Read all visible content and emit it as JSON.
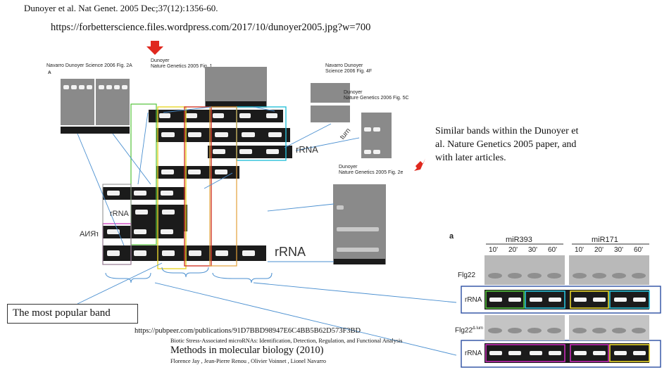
{
  "header": {
    "citation": "Dunoyer et al. Nat Genet. 2005 Dec;37(12):1356-60.",
    "image_url": "https://forbetterscience.files.wordpress.com/2017/10/dunoyer2005.jpg?w=700"
  },
  "labels": {
    "navarro_2006_2a": "Navarro Dunoyer Science 2006 Fig. 2A",
    "dunoyer_2005_fig1_line1": "Dunoyer",
    "dunoyer_2005_fig1_line2": "Nature Genetics 2005 Fig. 1",
    "navarro_2006_4f_line1": "Navarro Dunoyer",
    "navarro_2006_4f_line2": "Science 2006 Fig. 4F",
    "dunoyer_2006_5c_line1": "Dunoyer",
    "dunoyer_2006_5c_line2": "Nature Genetics 2006 Fig. 5C",
    "dunoyer_2005_2e_line1": "Dunoyer",
    "dunoyer_2005_2e_line2": "Nature Genetics 2005 Fig. 2e",
    "turn": "turn",
    "rrna_1": "rRNA",
    "rrna_2": "rRNA",
    "rrna_mirror": "rRNA",
    "rrna_big": "rRNA"
  },
  "annotation": {
    "similar_bands": "Similar bands within the Dunoyer et al. Nature Genetics 2005 paper, and with later articles.",
    "most_popular_band": "The most popular band"
  },
  "reference": {
    "pubpeer_url": "https://pubpeer.com/publications/91D7BBD98947E6C4BB5B62D573F3BD",
    "book_subtitle": "Biotic Stress-Associated microRNAs: Identification, Detection, Regulation, and Functional Analysis",
    "book_title": "Methods in molecular biology (2010)",
    "authors": "Florence Jay , Jean-Pierre Renou , Olivier Voinnet , Lionel Navarro"
  },
  "panel_a": {
    "letter": "a",
    "groups": [
      "miR393",
      "miR171"
    ],
    "timepoints": [
      "10'",
      "20'",
      "30'",
      "60'",
      "10'",
      "20'",
      "30'",
      "60'"
    ],
    "row_labels": [
      "Flg22",
      "rRNA",
      "Flg22",
      "rRNA"
    ],
    "row_label_suffix": "Δ lum"
  },
  "colors": {
    "box_blue": "#2b4ea2",
    "box_cyan": "#27c0d8",
    "box_yellow": "#e8d52a",
    "box_red": "#d13a2a",
    "box_magenta": "#c72bb8",
    "box_green": "#53c23a",
    "arrow_red": "#e0281e",
    "line_blue": "#4a8fd0"
  }
}
